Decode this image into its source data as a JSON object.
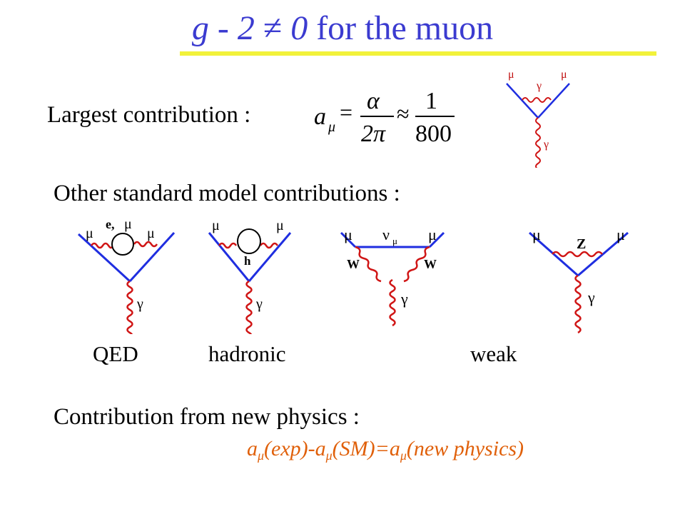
{
  "title": {
    "prefix": "g - 2",
    "neq": "≠",
    "zero": "0",
    "rest": "for the muon"
  },
  "accent_colors": {
    "title": "#3b3bd0",
    "rule": "#f2f23a",
    "lines": "#1f2ee0",
    "photon": "#d01515",
    "formula": "#e0600a"
  },
  "largest": {
    "label": "Largest contribution :"
  },
  "formula": {
    "lhs": "a",
    "lhs_sub": "μ",
    "num1": "α",
    "den1": "2π",
    "approx": "≈",
    "num2": "1",
    "den2": "800"
  },
  "other": {
    "label": "Other standard model contributions :"
  },
  "diagrams": {
    "top": {
      "mu_left": "μ",
      "gamma_mid": "γ",
      "mu_right": "μ",
      "gamma_bottom": "γ"
    },
    "qed": {
      "mu_left": "μ",
      "loop_label_e": "e,",
      "loop_label_mu": "μ",
      "mu_right": "μ",
      "gamma": "γ"
    },
    "hadronic": {
      "mu_left": "μ",
      "mu_right": "μ",
      "loop_label": "h",
      "gamma": "γ"
    },
    "weak_w": {
      "mu_left": "μ",
      "nu": "ν",
      "nu_sub": "μ",
      "mu_right": "μ",
      "w_left": "W",
      "w_right": "W",
      "gamma": "γ"
    },
    "weak_z": {
      "mu_left": "μ",
      "z_label": "Z",
      "mu_right": "μ",
      "gamma": "γ"
    }
  },
  "categories": {
    "qed": "QED",
    "hadronic": "hadronic",
    "weak": "weak"
  },
  "new_physics": {
    "label": "Contribution from new physics :",
    "eq_a1": "a",
    "eq_sub1": "μ",
    "eq_p1": "(exp)-a",
    "eq_sub2": "μ",
    "eq_p2": "(SM)=a",
    "eq_sub3": "μ",
    "eq_p3": "(new physics)"
  }
}
